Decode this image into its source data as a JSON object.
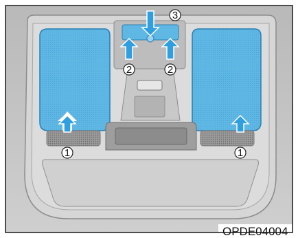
{
  "figure_code": "OPDE04004",
  "callouts": {
    "map_lamp_left": "1",
    "map_lamp_right": "1",
    "door_switch_left": "2",
    "door_switch_right": "2",
    "room_lamp_switch": "3"
  },
  "colors": {
    "lamp_lens": "#5fb7e4",
    "arrow_fill": "#2f9fe0",
    "arrow_outline": "#ffffff",
    "headliner": "#c4c4c4",
    "console_housing": "#d7d7d7",
    "frame_border": "#1a1a1a"
  }
}
